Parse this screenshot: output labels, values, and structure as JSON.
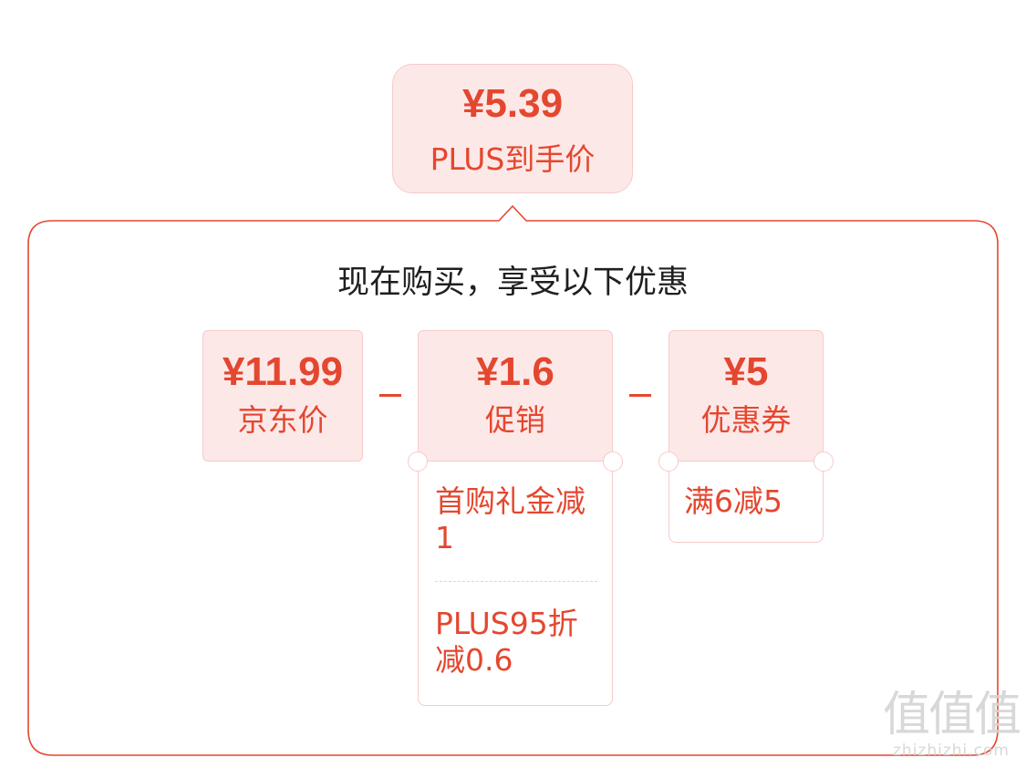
{
  "final_price": {
    "amount": "¥5.39",
    "label": "PLUS到手价"
  },
  "panel": {
    "heading": "现在购买，享受以下优惠"
  },
  "components": {
    "jd_price": {
      "amount": "¥11.99",
      "label": "京东价"
    },
    "promotion": {
      "amount": "¥1.6",
      "label": "促销",
      "details": [
        "首购礼金减1",
        "PLUS95折减0.6"
      ]
    },
    "coupon": {
      "amount": "¥5",
      "label": "优惠券",
      "details": [
        "满6减5"
      ]
    }
  },
  "operators": [
    "−",
    "−"
  ],
  "watermark": {
    "logo": "值值值",
    "domain": "zhizhizhi.com"
  },
  "colors": {
    "accent": "#e4472f",
    "card_bg": "#fde8e8",
    "card_border": "#f6caca",
    "heading_text": "#1f1f1f"
  }
}
